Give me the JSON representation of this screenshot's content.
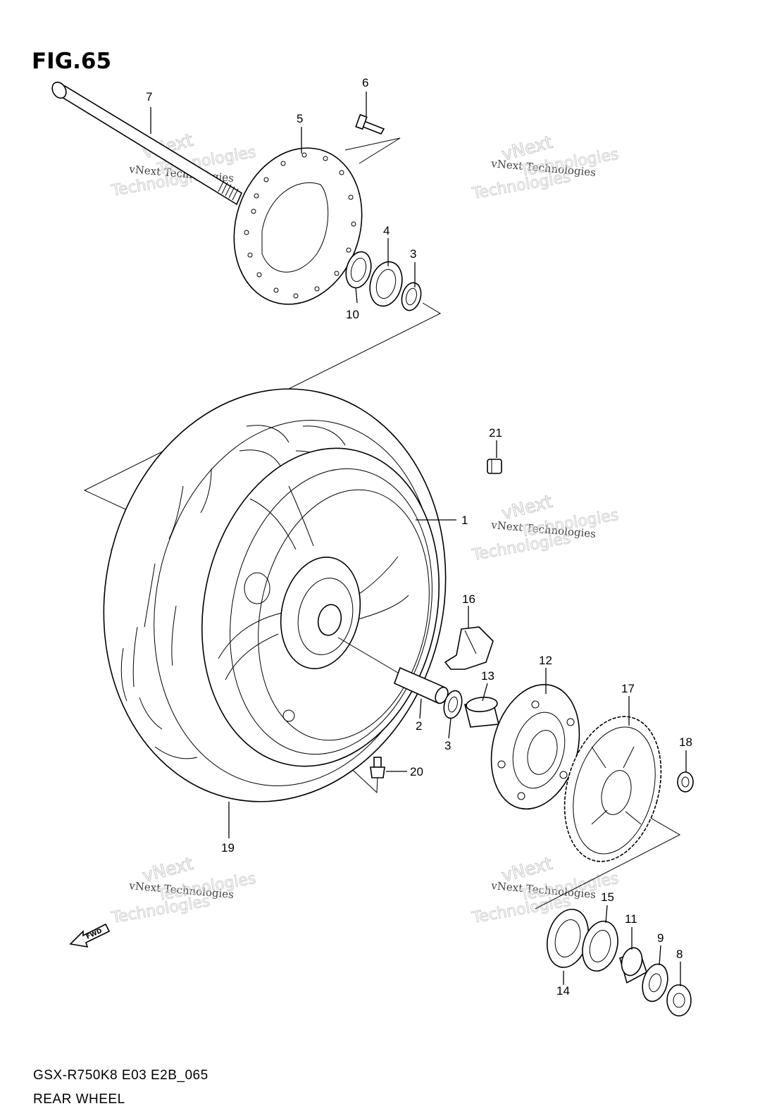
{
  "figure": {
    "title": "FIG.65"
  },
  "caption": {
    "model_code": "GSX-R750K8 E03 E2B_065",
    "name": "REAR WHEEL"
  },
  "fwd_arrow": {
    "label": "FWD"
  },
  "watermark": {
    "line1": "vNext Technologies",
    "line2": "vNext",
    "line3": "Technologies"
  },
  "callouts": [
    {
      "id": "1",
      "label": "1"
    },
    {
      "id": "2",
      "label": "2"
    },
    {
      "id": "3a",
      "label": "3"
    },
    {
      "id": "3b",
      "label": "3"
    },
    {
      "id": "4",
      "label": "4"
    },
    {
      "id": "5",
      "label": "5"
    },
    {
      "id": "6",
      "label": "6"
    },
    {
      "id": "7",
      "label": "7"
    },
    {
      "id": "8",
      "label": "8"
    },
    {
      "id": "9",
      "label": "9"
    },
    {
      "id": "10",
      "label": "10"
    },
    {
      "id": "11",
      "label": "11"
    },
    {
      "id": "12",
      "label": "12"
    },
    {
      "id": "13",
      "label": "13"
    },
    {
      "id": "14",
      "label": "14"
    },
    {
      "id": "15",
      "label": "15"
    },
    {
      "id": "16",
      "label": "16"
    },
    {
      "id": "17",
      "label": "17"
    },
    {
      "id": "18",
      "label": "18"
    },
    {
      "id": "19",
      "label": "19"
    },
    {
      "id": "20",
      "label": "20"
    },
    {
      "id": "21",
      "label": "21"
    }
  ]
}
